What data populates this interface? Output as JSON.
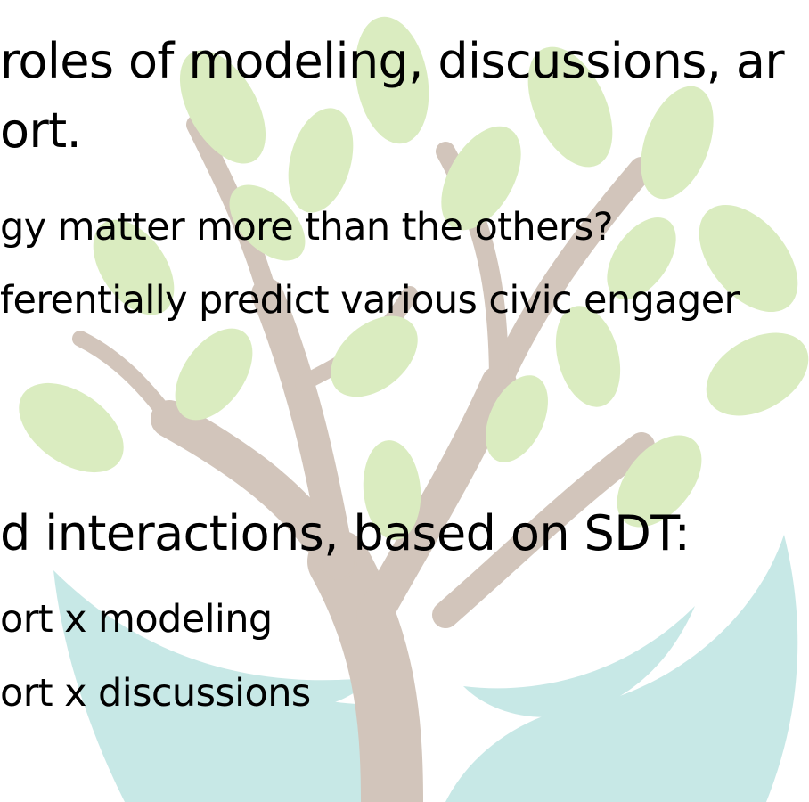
{
  "slide": {
    "lines": [
      "roles of modeling, discussions, ar",
      "ort.",
      "gy matter more than the others?",
      "ferentially predict various civic engager",
      "d interactions, based on SDT:",
      "ort x modeling",
      "ort x discussions"
    ]
  },
  "colors": {
    "text": "#000000",
    "leaf_green": "#9fcf5b",
    "branch_brown": "#8a6a4e",
    "water_teal": "#6fc3c0"
  },
  "watermark": {
    "icon": "tree-logo-icon"
  }
}
